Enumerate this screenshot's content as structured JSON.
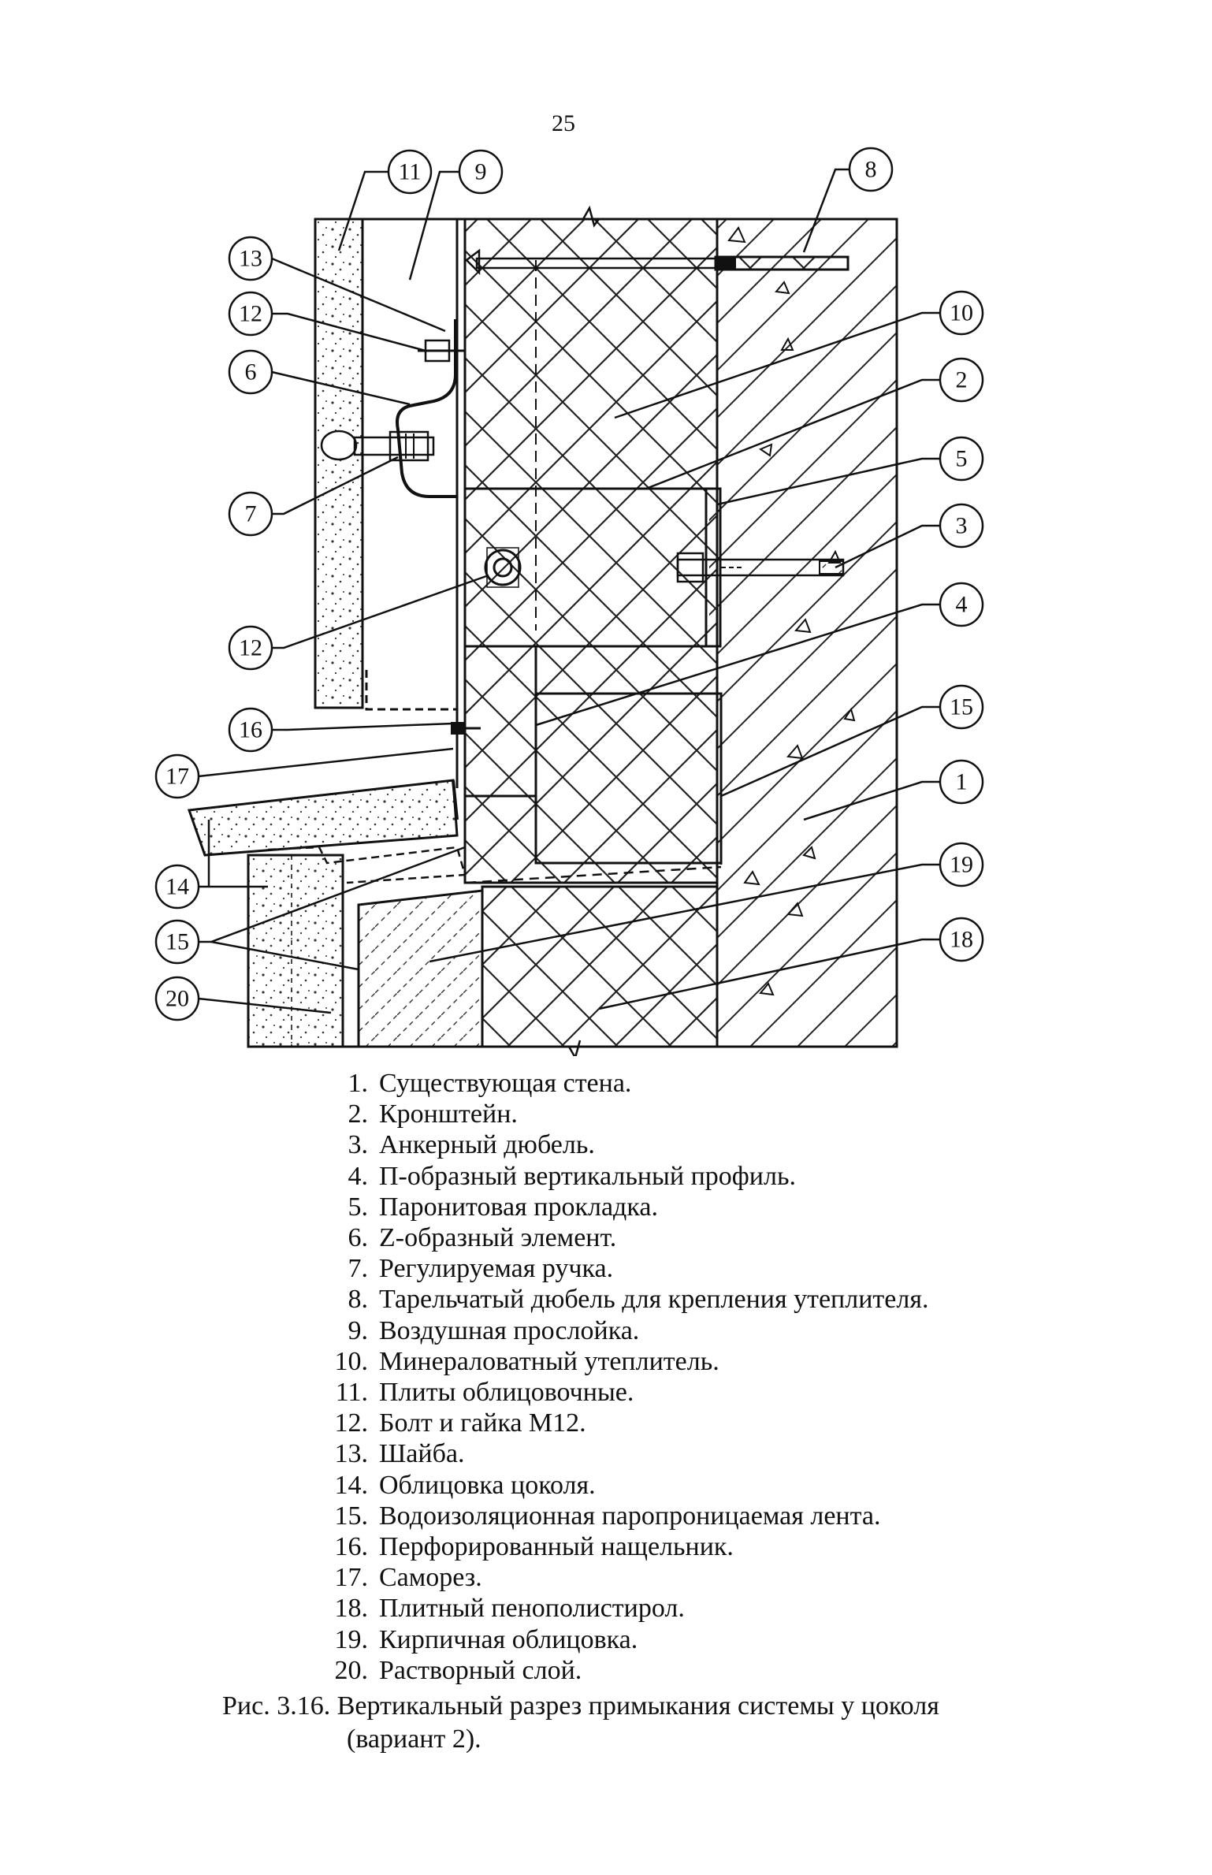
{
  "page_number": "25",
  "figure": {
    "labels": [
      "11",
      "9",
      "8",
      "13",
      "12",
      "10",
      "6",
      "2",
      "5",
      "7",
      "3",
      "12",
      "4",
      "16",
      "15",
      "17",
      "1",
      "14",
      "19",
      "15",
      "18",
      "20"
    ]
  },
  "legend": [
    {
      "num": "1.",
      "text": "Существующая стена."
    },
    {
      "num": "2.",
      "text": "Кронштейн."
    },
    {
      "num": "3.",
      "text": "Анкерный дюбель."
    },
    {
      "num": "4.",
      "text": "П-образный вертикальный профиль."
    },
    {
      "num": "5.",
      "text": "Паронитовая прокладка."
    },
    {
      "num": "6.",
      "text": "Z-образный элемент."
    },
    {
      "num": "7.",
      "text": "Регулируемая ручка."
    },
    {
      "num": "8.",
      "text": "Тарельчатый дюбель для крепления утеплителя."
    },
    {
      "num": "9.",
      "text": "Воздушная прослойка."
    },
    {
      "num": "10.",
      "text": "Минераловатный утеплитель."
    },
    {
      "num": "11.",
      "text": "Плиты облицовочные."
    },
    {
      "num": "12.",
      "text": "Болт и гайка М12."
    },
    {
      "num": "13.",
      "text": "Шайба."
    },
    {
      "num": "14.",
      "text": "Облицовка цоколя."
    },
    {
      "num": "15.",
      "text": "Водоизоляционная паропроницаемая лента."
    },
    {
      "num": "16.",
      "text": "Перфорированный нащельник."
    },
    {
      "num": "17.",
      "text": "Саморез."
    },
    {
      "num": "18.",
      "text": "Плитный пенополистирол."
    },
    {
      "num": "19.",
      "text": "Кирпичная облицовка."
    },
    {
      "num": "20.",
      "text": "Растворный слой."
    }
  ],
  "caption": {
    "line1": "Рис. 3.16. Вертикальный разрез примыкания системы у цоколя",
    "line2": "(вариант 2)."
  }
}
